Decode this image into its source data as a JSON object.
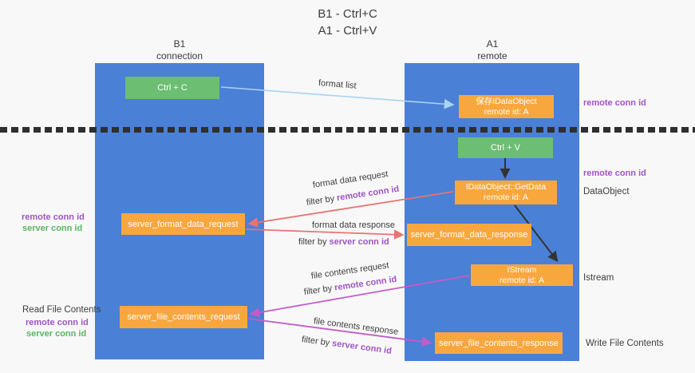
{
  "title": {
    "line1": "B1 - Ctrl+C",
    "line2": "A1 - Ctrl+V"
  },
  "headers": {
    "left": {
      "line1": "B1",
      "line2": "connection"
    },
    "right": {
      "line1": "A1",
      "line2": "remote"
    }
  },
  "nodes": {
    "ctrl_c": {
      "label": "Ctrl + C"
    },
    "saved_dataobject": {
      "line1": "保存IDataObject",
      "line2": "remote id: A"
    },
    "ctrl_v": {
      "label": "Ctrl + V"
    },
    "getdata": {
      "line1": "IDataObject::GetData",
      "line2": "remote id: A"
    },
    "format_request": {
      "label": "server_format_data_request"
    },
    "format_response": {
      "label": "server_format_data_response"
    },
    "istream": {
      "line1": "IStream",
      "line2": "remote id: A"
    },
    "file_request": {
      "label": "server_file_contents_request"
    },
    "file_response": {
      "label": "server_file_contents_response"
    }
  },
  "flow_labels": {
    "format_list": "format list",
    "format_data_request": "format data request",
    "format_data_response": "format data response",
    "file_contents_request": "file contents request",
    "file_contents_response": "file contents response",
    "filter_by": "filter by",
    "remote_conn_id": "remote conn id",
    "server_conn_id": "server conn id"
  },
  "side_labels": {
    "right_top_conn": "remote conn id",
    "right_mid_conn": "remote conn id",
    "dataobject": "DataObject",
    "istream": "Istream",
    "write_file": "Write File Contents",
    "left_mid_remote": "remote conn id",
    "left_mid_server": "server conn id",
    "read_file": "Read File Contents",
    "left_bottom_remote": "remote conn id",
    "left_bottom_server": "server conn id"
  },
  "colors": {
    "column_blue": "#4A80D6",
    "box_green": "#6CBE72",
    "box_orange": "#F8A73F",
    "arrow_salmon": "#E87373",
    "arrow_magenta": "#C45BC8",
    "arrow_lightblue": "#A9D3F0",
    "arrow_black": "#333333",
    "text_purple": "#A153C6",
    "text_green": "#5BB563",
    "divider_black": "#2F2F2F",
    "background": "#F8F8F8"
  }
}
